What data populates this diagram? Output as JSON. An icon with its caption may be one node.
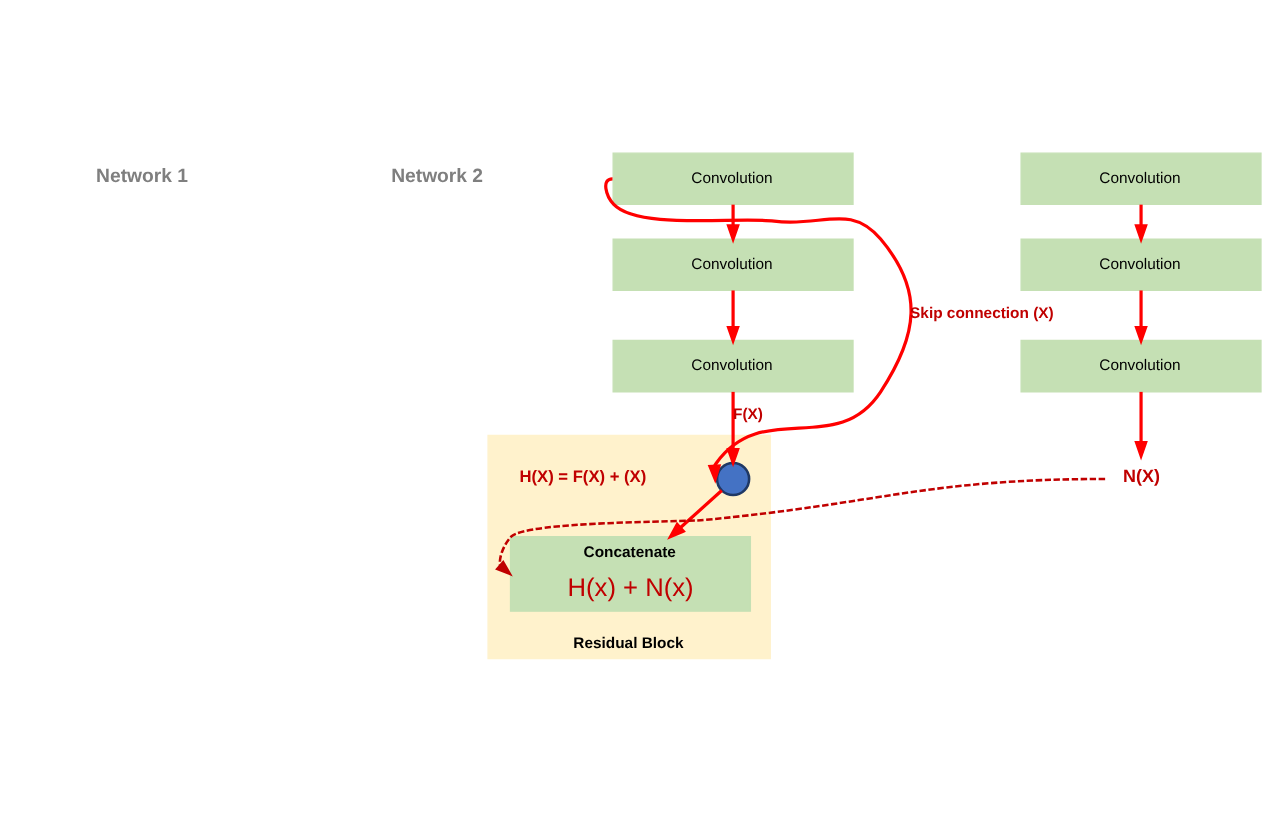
{
  "diagram": {
    "nodes": [
      {
        "text": [
          "Convolution"
        ]
      },
      {
        "text": [
          "Convolution"
        ]
      },
      {
        "text": [
          "Convolution"
        ]
      },
      {
        "text": [
          "Residual Block"
        ]
      },
      {
        "text": [],
        "shape": "circle",
        "in": 3
      },
      {
        "text": [
          "Concatenate",
          "H(x) + N(x)"
        ],
        "in": 3
      },
      {
        "text": [
          "Convolution"
        ]
      },
      {
        "text": [
          "Convolution"
        ]
      },
      {
        "text": [
          "Convolution"
        ]
      },
      {
        "text": [
          "N(X)"
        ]
      }
    ],
    "edges": [
      {
        "from": 0,
        "to": 1,
        "arrow": "to"
      },
      {
        "from": 1,
        "to": 2,
        "arrow": "to"
      },
      {
        "from": 2,
        "to": 4,
        "arrow": "to",
        "label": "F(X)"
      },
      {
        "from": 0,
        "to": 4,
        "arrow": "to",
        "label": "Skip connection (X)"
      },
      {
        "from": 4,
        "to": 5,
        "arrow": "to"
      },
      {
        "from": 6,
        "to": 7,
        "arrow": "to"
      },
      {
        "from": 7,
        "to": 8,
        "arrow": "to"
      },
      {
        "from": 8,
        "to": 9,
        "arrow": "to"
      },
      {
        "from": 9,
        "to": 5,
        "arrow": "to",
        "style": "dashed",
        "color": "#c00000"
      }
    ],
    "labels": [
      "Network 1",
      "Network 2",
      "H(X) = F(X) + (X)"
    ]
  }
}
